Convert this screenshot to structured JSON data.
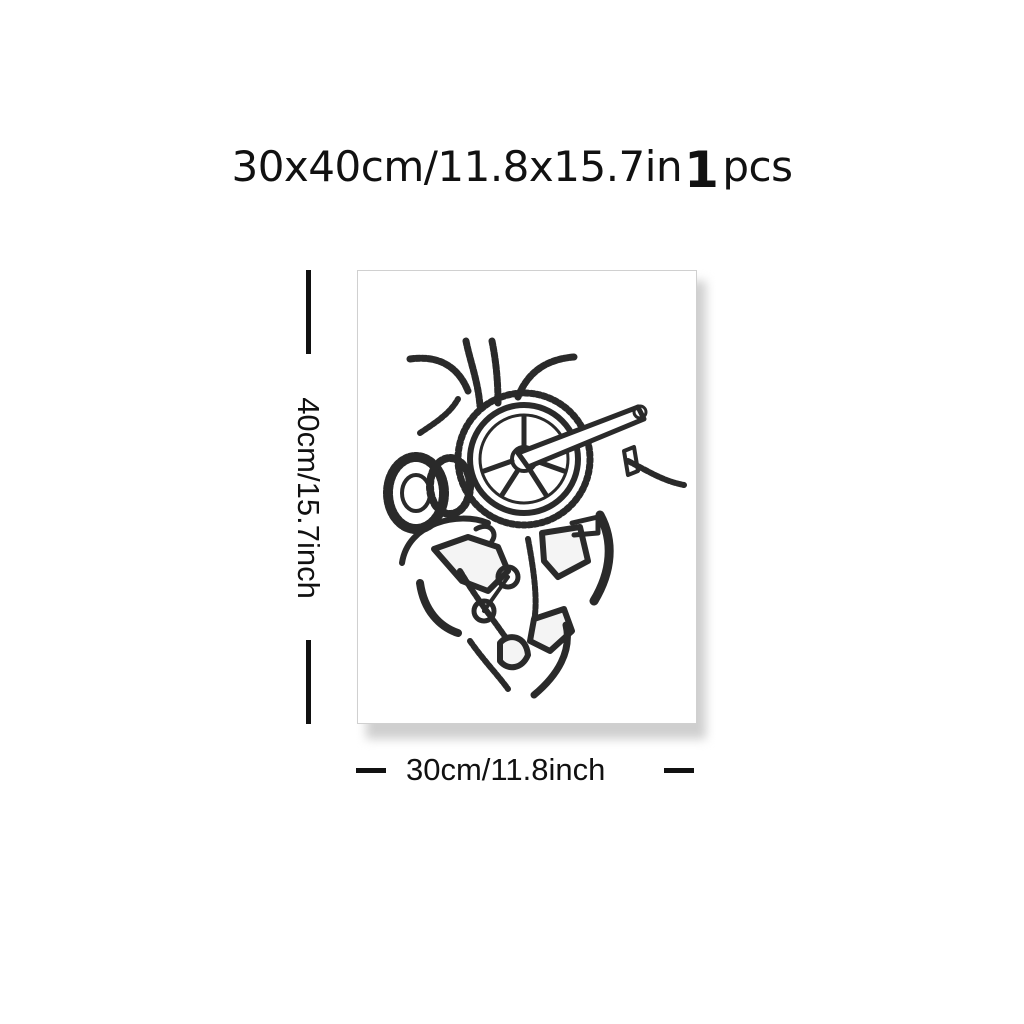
{
  "headline": {
    "size_text": "30x40cm/11.8x15.7in",
    "quantity": "1",
    "unit": "pcs"
  },
  "dimensions": {
    "height_label": "40cm/15.7inch",
    "width_label": "30cm/11.8inch"
  },
  "artwork": {
    "icon": "bicycle-parts-heart-illustration",
    "ink_color": "#2a2a2a"
  }
}
